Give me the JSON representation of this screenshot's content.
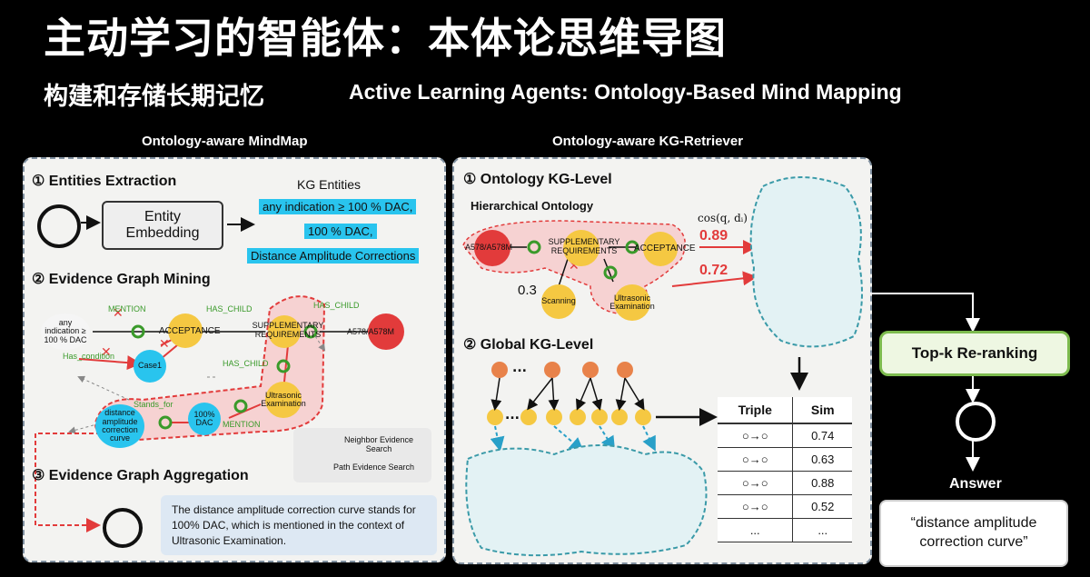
{
  "header": {
    "title": "主动学习的智能体：本体论思维导图",
    "subtitle_cn": "构建和存储长期记忆",
    "subtitle_en": "Active Learning Agents: Ontology-Based Mind Mapping"
  },
  "left": {
    "panel_title": "Ontology-aware MindMap",
    "sec1": "① Entities Extraction",
    "entity_box": "Entity\nEmbedding",
    "kg_entities_title": "KG Entities",
    "kg_entities": [
      "any indication ≥ 100 % DAC,",
      "100 % DAC,",
      "Distance Amplitude Corrections"
    ],
    "sec2": "② Evidence Graph Mining",
    "edges": {
      "mention1": "MENTION",
      "has_child1": "HAS_CHILD",
      "has_child2": "HAS_CHILD",
      "has_condition": "Has_condition",
      "has_child3": "HAS_CHILD",
      "stands_for": "Stands_for",
      "mention2": "MENTION"
    },
    "nodes": {
      "indication": "any indication ≥ 100 % DAC",
      "acceptance": "ACCEPTANCE",
      "supp": "SUPPLEMENTARY REQUIREMENTS",
      "a578": "A578/A578M",
      "case": "Case1",
      "ultrasonic": "Ultrasonic Examination",
      "dac": "100% DAC",
      "dacurve": "distance amplitude correction curve"
    },
    "legend": {
      "neighbor": "Neighbor Evidence Search",
      "path": "Path Evidence Search"
    },
    "sec3": "③ Evidence Graph Aggregation",
    "evidence_text": "The distance amplitude correction curve stands for 100% DAC, which is mentioned in the context of Ultrasonic Examination."
  },
  "right": {
    "panel_title": "Ontology-aware KG-Retriever",
    "sec1": "① Ontology KG-Level",
    "hier_title": "Hierarchical Ontology",
    "nodes": {
      "a578": "A578/A578M",
      "supp": "SUPPLEMENTARY REQUIREMENTS",
      "acceptance": "ACCEPTANCE",
      "scanning": "Scanning",
      "ultrasonic": "Ultrasonic Examination"
    },
    "score_small": "0.3",
    "cos_label": "cos(q, dᵢ)",
    "score1": "0.89",
    "score2": "0.72",
    "sec2": "② Global KG-Level",
    "ellipsis": "...",
    "table": {
      "headers": [
        "Triple",
        "Sim"
      ],
      "rows": [
        "0.74",
        "0.63",
        "0.88",
        "0.52",
        "..."
      ]
    }
  },
  "flow": {
    "rerank": "Top-k Re-ranking",
    "answer_label": "Answer",
    "answer": "“distance amplitude correction curve”"
  },
  "colors": {
    "red": "#e23b3b",
    "yellow": "#f5c842",
    "blue": "#29c4ee",
    "orange": "#f08a3a",
    "green": "#7dbb4e"
  }
}
